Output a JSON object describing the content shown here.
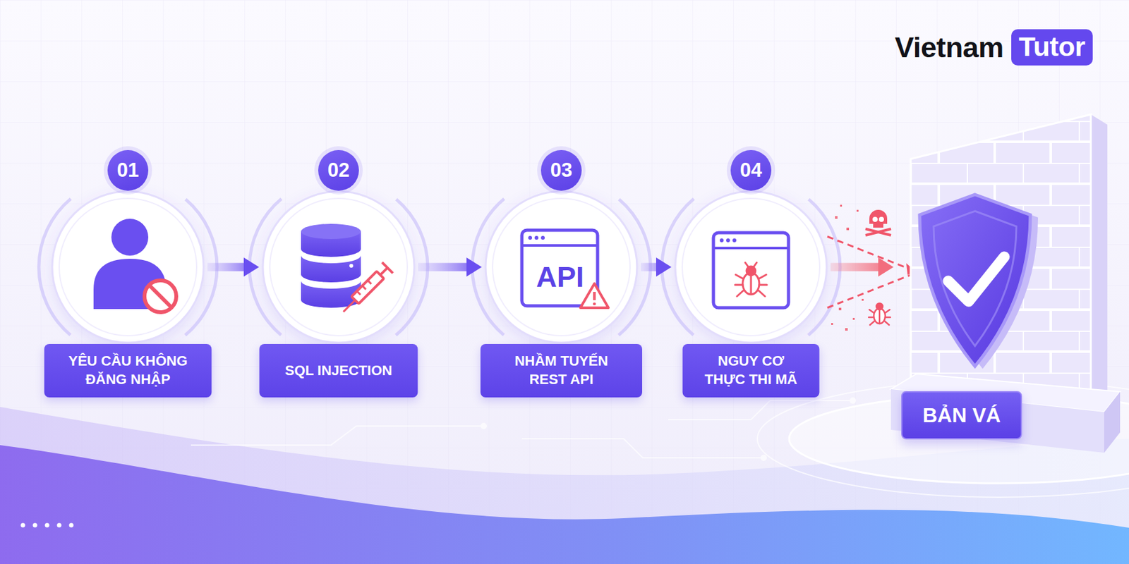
{
  "diagram": {
    "nodes": [
      {
        "text": [
          "01",
          "YÊU CẦU KHÔNG ĐĂNG NHẬP"
        ]
      },
      {
        "text": [
          "02",
          "SQL INJECTION"
        ]
      },
      {
        "text": [
          "03",
          "NHẦM TUYẾN REST API"
        ]
      },
      {
        "text": [
          "04",
          "NGUY CƠ THỰC THI MÃ"
        ]
      },
      {
        "text": [
          "BẢN VÁ"
        ]
      }
    ],
    "edges": [
      {
        "from": 0,
        "to": 1,
        "arrow": "to"
      },
      {
        "from": 1,
        "to": 2,
        "arrow": "to"
      },
      {
        "from": 2,
        "to": 3,
        "arrow": "to"
      },
      {
        "from": 3,
        "to": 4,
        "arrow": "to"
      }
    ],
    "labels": [
      "API",
      "Vietnam",
      "Tutor"
    ]
  }
}
